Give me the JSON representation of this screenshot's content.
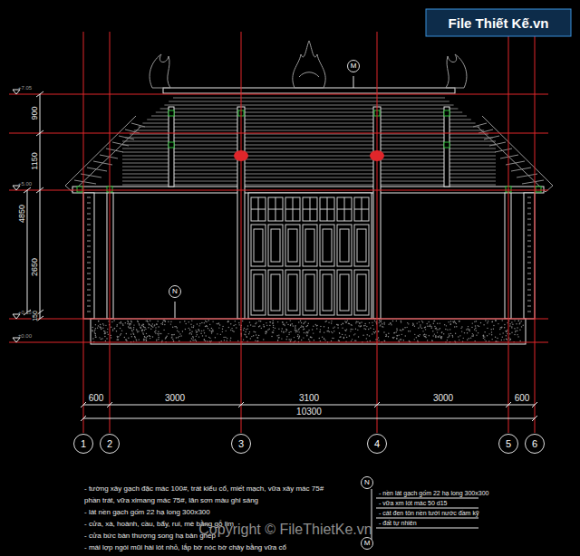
{
  "diagram": {
    "nodes": [
      {
        "text": [
          "M"
        ]
      },
      {
        "text": [
          "N"
        ]
      },
      {
        "text": [
          "1"
        ]
      },
      {
        "text": [
          "2"
        ]
      },
      {
        "text": [
          "3"
        ]
      },
      {
        "text": [
          "4"
        ]
      },
      {
        "text": [
          "5"
        ]
      },
      {
        "text": [
          "6"
        ]
      },
      {
        "text": [
          "N"
        ]
      },
      {
        "text": [
          "M"
        ]
      }
    ],
    "labels": [
      "+7.05",
      "+5.00",
      "+0.15",
      "±0.00",
      "900",
      "1150",
      "4850",
      "2650",
      "150",
      "600",
      "3000",
      "3100",
      "3000",
      "600",
      "10300",
      "- tường xây gạch đặc mác 100#, trát kiểu cổ, miết mạch, vữa xây mác 75#",
      "phần trát, vữa ximang mác 75#, lăn sơn màu ghi sáng",
      "- lát nền gạch gốm 22 hạ long 300x300",
      "- cửa, xà, hoành, cầu, bẩy, rui, mè bằng gỗ lim",
      "- cửa bức bàn thượng song hạ bản ghép",
      "- mái lợp ngói mũi hài lót nhỏ, lắp bờ nóc bờ chảy bằng vữa cổ",
      "- nền lát gạch gốm 22 hạ long 300x300",
      "- vữa xm lót mác 50 d15",
      "- cát đen tôn nền tưới nước đầm kỹ",
      "- đất tự nhiên",
      "File Thiết Kế.vn",
      "Copyright © FileThietKe.vn"
    ]
  }
}
